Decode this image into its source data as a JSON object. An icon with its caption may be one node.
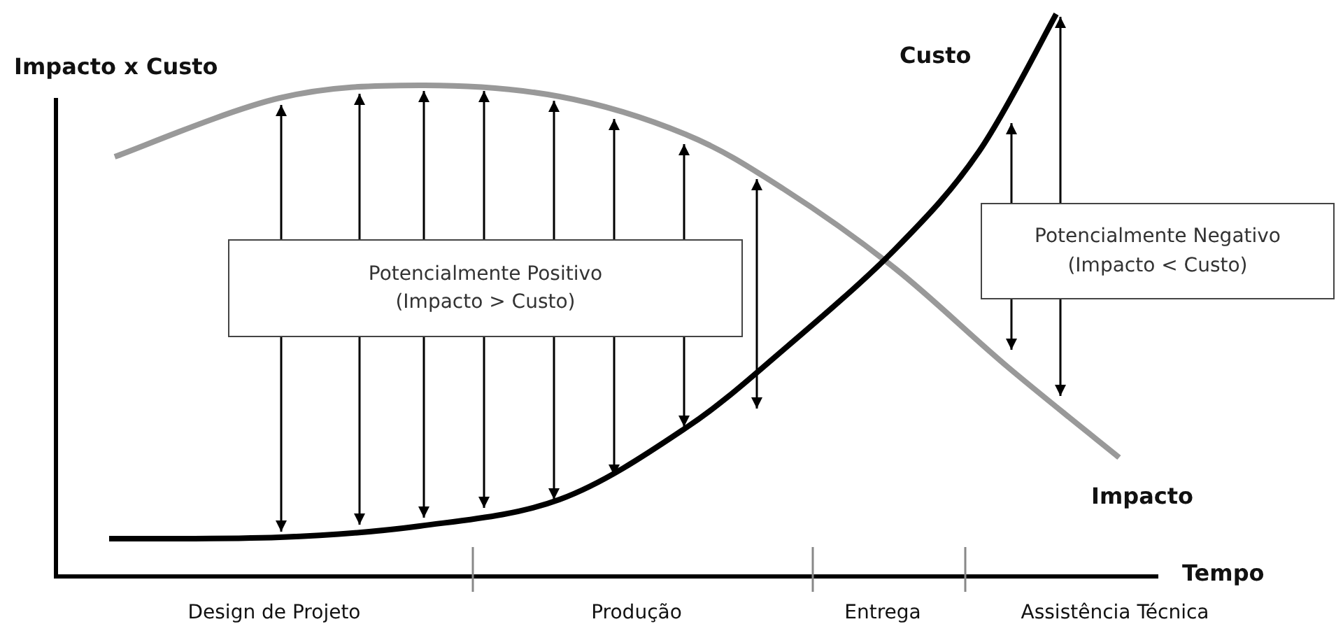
{
  "diagram": {
    "nodes": [
      {
        "text": [
          "Potencialmente Positivo (Impacto > Custo)"
        ]
      },
      {
        "text": [
          "Potencialmente Negativo (Impacto < Custo)"
        ]
      }
    ],
    "labels": [
      "Impacto x Custo",
      "Custo",
      "Impacto",
      "Tempo",
      "Design de Projeto",
      "Produção",
      "Entrega",
      "Assistência Técnica"
    ]
  }
}
